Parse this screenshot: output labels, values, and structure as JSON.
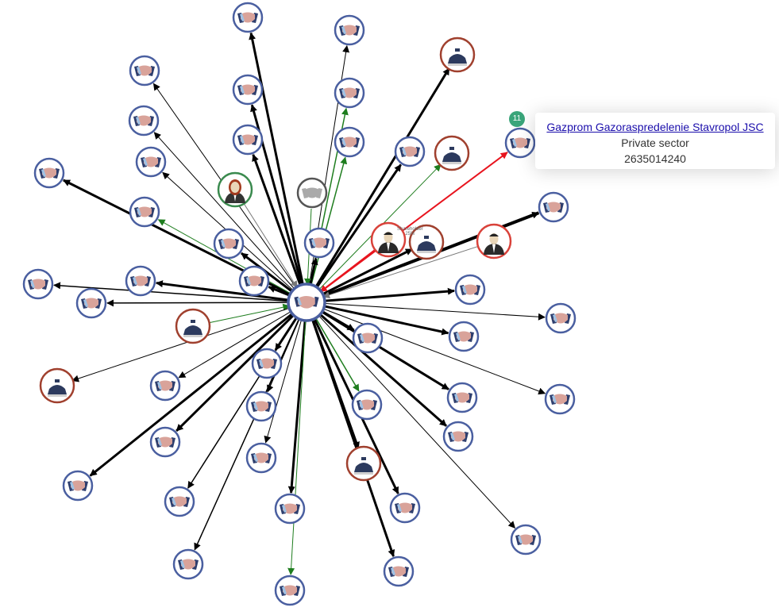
{
  "tooltip": {
    "name": "Gazprom Gazoraspredelenie Stavropol JSC",
    "sector": "Private sector",
    "id": "2635014240"
  },
  "badge": "11",
  "edge_label": {
    "role": "Shareholder",
    "share": "25%"
  },
  "colors": {
    "company_ring": "#4a5fa0",
    "government_ring": "#a0402e",
    "person_ring": "#d9423a",
    "female_ring": "#3a8a4e",
    "grey_ring": "#555555",
    "edge_default": "#000000",
    "edge_green": "#1e7d1e",
    "edge_red": "#e8141e",
    "badge": "#3aa57a"
  }
}
